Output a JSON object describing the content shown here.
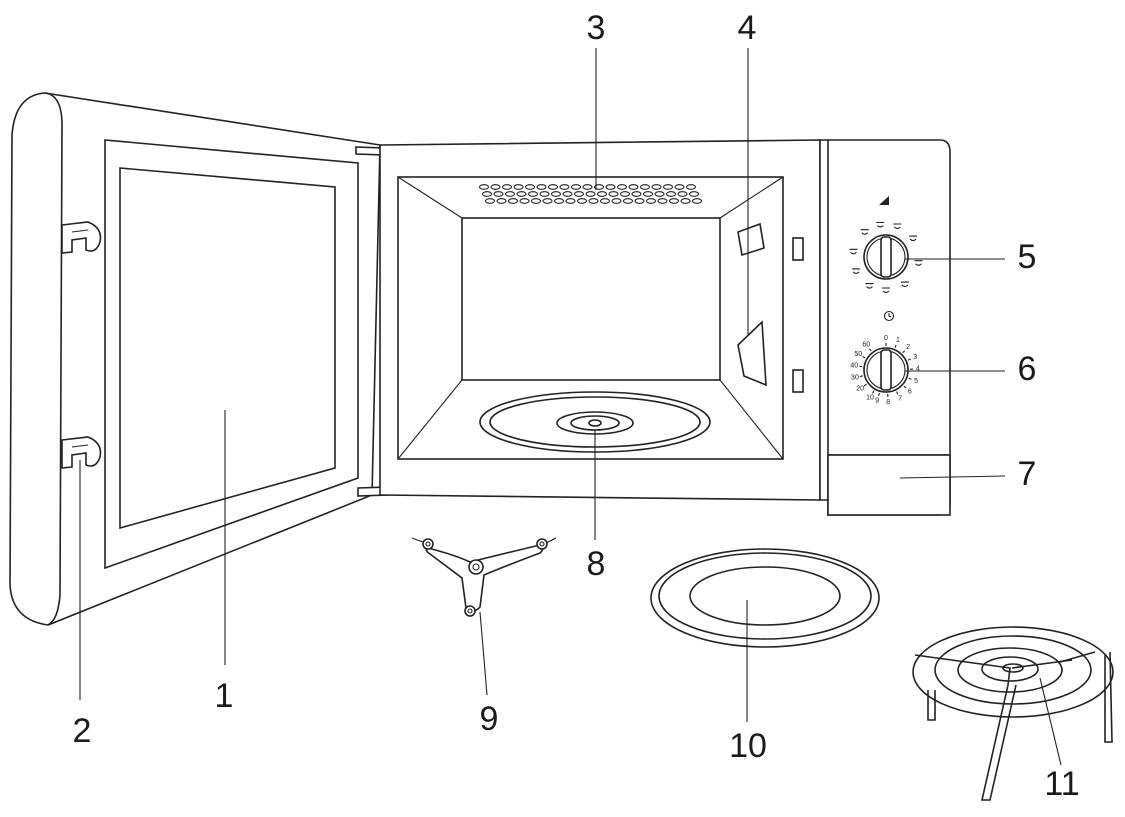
{
  "callouts": [
    "1",
    "2",
    "3",
    "4",
    "5",
    "6",
    "7",
    "8",
    "9",
    "10",
    "11"
  ],
  "timer_dial": {
    "numbers": [
      "0",
      "1",
      "2",
      "3",
      "4",
      "5",
      "6",
      "7",
      "8",
      "9",
      "10",
      "20",
      "30",
      "40",
      "50",
      "60"
    ]
  },
  "colors": {
    "line": "#222222",
    "background": "#ffffff"
  },
  "icons": [
    "power-level-icon",
    "clock-icon",
    "power-setting-symbols"
  ]
}
